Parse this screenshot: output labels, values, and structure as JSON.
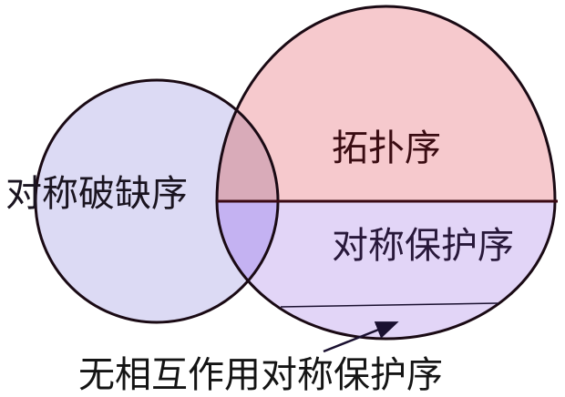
{
  "labels": {
    "symmetry_breaking": "对称破缺序",
    "topological": "拓扑序",
    "spt": "对称保护序",
    "non_interacting_spt": "无相互作用对称保护序"
  },
  "colors": {
    "symmetry_breaking_fill": "#dcdaf4",
    "topological_fill": "#f6c9cd",
    "spt_fill": "#e2d5f7",
    "overlap_topological": "#d9abb9",
    "overlap_spt": "#c4b2f2",
    "outline": "#1a0a14"
  }
}
